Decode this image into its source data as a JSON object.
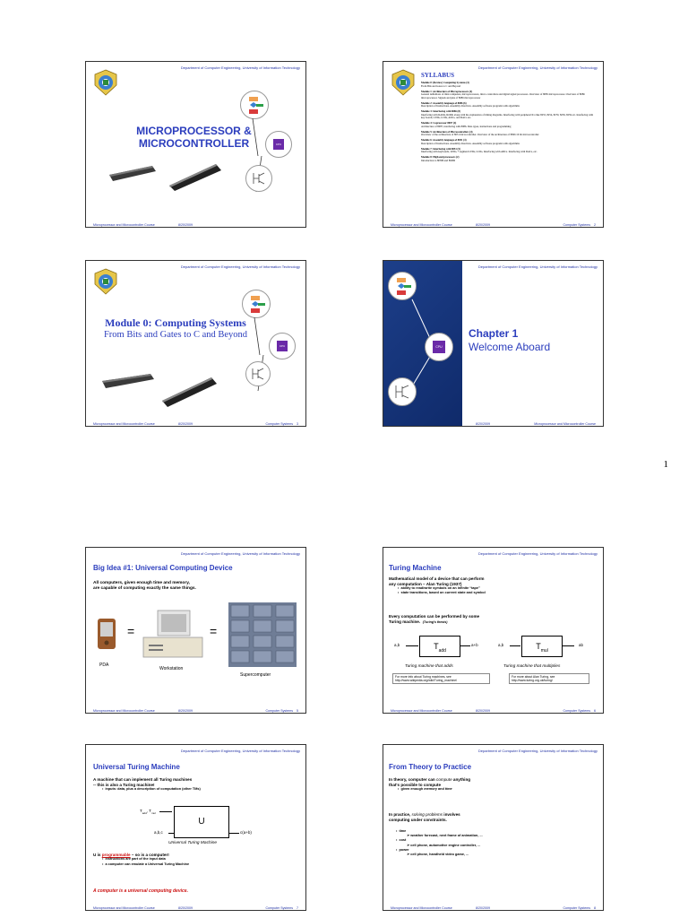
{
  "common": {
    "header": "Department of Computer Engineering, University of Information Technology",
    "footer_left": "Microprocessor and Microcontroller Course",
    "footer_date": "8/20/2009",
    "footer_right": "Computer Systems"
  },
  "slide1": {
    "title_line1": "MICROPROCESSOR &",
    "title_line2": "MICROCONTROLLER",
    "cpu_label": "CPU"
  },
  "slide2": {
    "title": "SYLLABUS",
    "page": "2",
    "items": [
      {
        "head": "Module 0: (Review) Computing Systems (4)",
        "body": "From Bits and Gates to C and Beyond"
      },
      {
        "head": "Module 1: Architecture of Microprocessors (4)",
        "body": "General definitions of mini computers, microprocessors, micro controllers and digital signal processors. Overview of 8085 microprocessor. Overview of 8086 microprocessor. Signals and pins of 8086 microprocessor"
      },
      {
        "head": "Module 2: Assembly language of 8086 (6)",
        "body": "Description of Instructions. Assembly directives. Assembly software programs with algorithms"
      },
      {
        "head": "Module 3: Interfacing with 8086 (8)",
        "body": "Interfacing with RAMs, ROMs along with the explanation of timing diagrams. Interfacing with peripheral ICs like 8255, 8254, 8279, 8259, 8259 etc. Interfacing with key boards, LEDs, LCDs, ADCs, and DACs etc."
      },
      {
        "head": "Module 4: Coprocessor 8087 (4)",
        "body": "Architecture of 8087, interfacing with 8086. Data types, instructions and programming"
      },
      {
        "head": "Module 5: Architecture of Microcontrollers (4)",
        "body": "Overview of the architecture of 8051 microcontroller. Overview of the architecture of 8096 16 bit microcontroller"
      },
      {
        "head": "Module 6: Assembly language of 8051 (4)",
        "body": "Description of Instructions. Assembly directives. Assembly software programs with algorithms"
      },
      {
        "head": "Module 7: Interfacing with 8051 (5)",
        "body": "Interfacing with keyboards, LEDs, 7 segment LEDs, LCDs, Interfacing with ADCs. Interfacing with DACs, etc."
      },
      {
        "head": "Module 8: High end processors (2)",
        "body": "Introduction to 80386 and 80486"
      }
    ]
  },
  "slide3": {
    "title_line1": "Module 0: Computing Systems",
    "title_line2": "From Bits and Gates to C and Beyond",
    "page": "3"
  },
  "slide4": {
    "title": "Chapter 1",
    "subtitle": "Welcome Aboard",
    "cpu_label": "CPU"
  },
  "page_number": "1",
  "slide5": {
    "title": "Big Idea #1: Universal Computing Device",
    "line1": "All computers, given enough time and memory,",
    "line2": "are capable of computing exactly the same things.",
    "pda": "PDA",
    "workstation": "Workstation",
    "supercomputer": "Supercomputer",
    "eq": "=",
    "page": "5"
  },
  "slide6": {
    "title": "Turing Machine",
    "line1": "Mathematical model of a device that can perform",
    "line2": "any computation – Alan Turing (1937)",
    "bullets": [
      "ability to read/write symbols on an infinite “tape”",
      "state transitions, based on current state and symbol"
    ],
    "line3": "Every computation can be performed by some",
    "line4": "Turing machine.",
    "thesis": "(Turing's thesis)",
    "add_in": "a,b",
    "add_box": "T",
    "add_sub": "add",
    "add_out": "a+b",
    "mul_in": "a,b",
    "mul_box": "T",
    "mul_sub": "mul",
    "mul_out": "ab",
    "cap_add": "Turing machine that adds",
    "cap_mul": "Turing machine that multiplies",
    "note1_a": "For more info about Turing machines, see",
    "note1_b": "http://www.wikipedia.org/wiki/Turing_machine/",
    "note2_a": "For more about Alan Turing, see",
    "note2_b": "http://www.turing.org.uk/turing/",
    "page": "6"
  },
  "slide7": {
    "title": "Universal Turing Machine",
    "line1": "A machine that can implement all Turing machines",
    "line2": "-- this is also a Turing machine!",
    "bullet1": "inputs:  data, plus a description of computation (other TMs)",
    "in1": "T",
    "in1_sub": "add",
    "in1_b": ", T",
    "in1_sub2": "mul",
    "in2": "a,b,c",
    "box": "U",
    "out": "c(a+b)",
    "caption": "Universal Turing Machine",
    "line3_a": "U is ",
    "line3_b": "programmable",
    "line3_c": " – so is a computer!",
    "bullets": [
      "instructions are part of the input data",
      "a computer can emulate a Universal Turing Machine"
    ],
    "conclusion": "A computer is a universal computing device.",
    "page": "7"
  },
  "slide8": {
    "title": "From Theory to Practice",
    "line1_a": "In theory, computer can ",
    "line1_b": "compute",
    "line1_c": " anything",
    "line2": "that's possible to compute",
    "bullet1_a": "given enough ",
    "bullet1_b": "memory",
    "bullet1_c": " and ",
    "bullet1_d": "time",
    "line3_a": "In practice, ",
    "line3_b": "solving problems",
    "line3_c": " involves",
    "line4": "computing under constraints.",
    "items": [
      {
        "label": "time",
        "sub": "weather forecast, next frame of animation, ..."
      },
      {
        "label": "cost",
        "sub": "cell phone, automotive engine controller, ..."
      },
      {
        "label": "power",
        "sub": "cell phone, handheld video game, ..."
      }
    ],
    "page": "8"
  }
}
